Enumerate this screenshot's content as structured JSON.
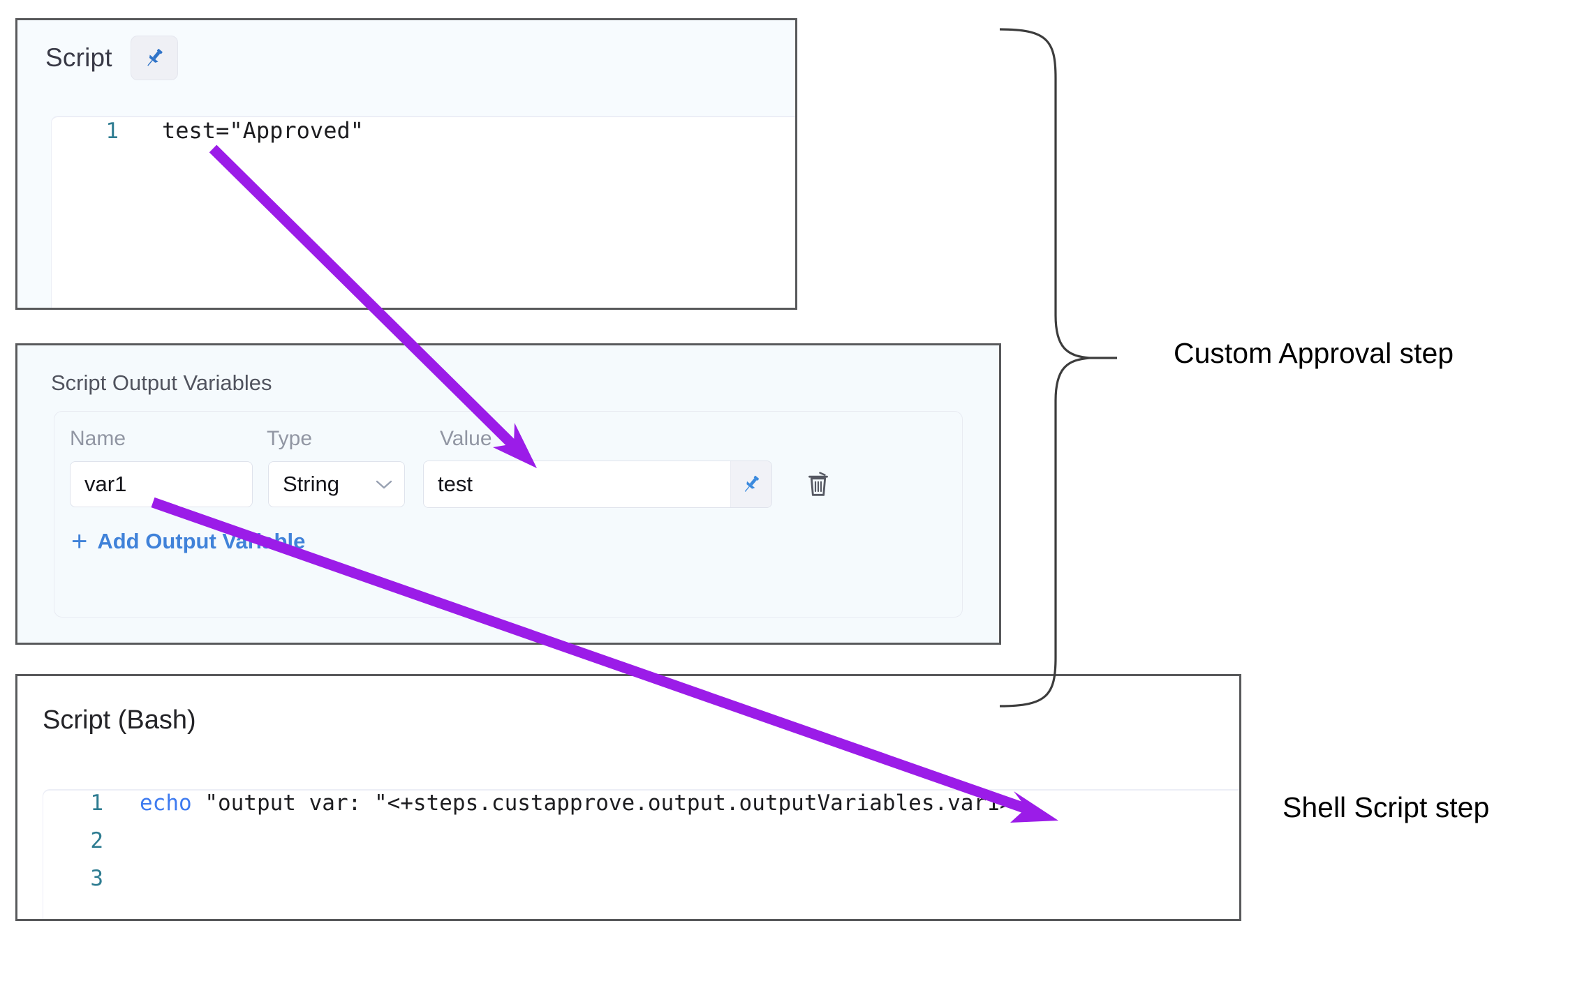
{
  "panels": {
    "script": {
      "title": "Script",
      "pin_icon": "pin-icon",
      "code": [
        {
          "line_no": "1",
          "text": "test=\"Approved\""
        }
      ]
    },
    "output_variables": {
      "title": "Script Output Variables",
      "columns": {
        "name": "Name",
        "type": "Type",
        "value": "Value"
      },
      "rows": [
        {
          "name": "var1",
          "type": "String",
          "type_chevron": "chevron-down-icon",
          "value": "test",
          "value_pin_icon": "pin-icon",
          "delete_icon": "trash-icon"
        }
      ],
      "add_link": {
        "plus": "+",
        "label": "Add Output Variable"
      }
    },
    "bash": {
      "title": "Script (Bash)",
      "code": [
        {
          "line_no": "1",
          "keyword": "echo",
          "rest": " \"output var: \"<+steps.custapprove.output.outputVariables.var1>"
        },
        {
          "line_no": "2",
          "keyword": "",
          "rest": ""
        },
        {
          "line_no": "3",
          "keyword": "",
          "rest": ""
        }
      ]
    }
  },
  "annotations": {
    "custom_approval": "Custom Approval step",
    "shell_script": "Shell Script step",
    "arrow_color": "#9b1ce8",
    "brace_color": "#3c3c3c"
  }
}
